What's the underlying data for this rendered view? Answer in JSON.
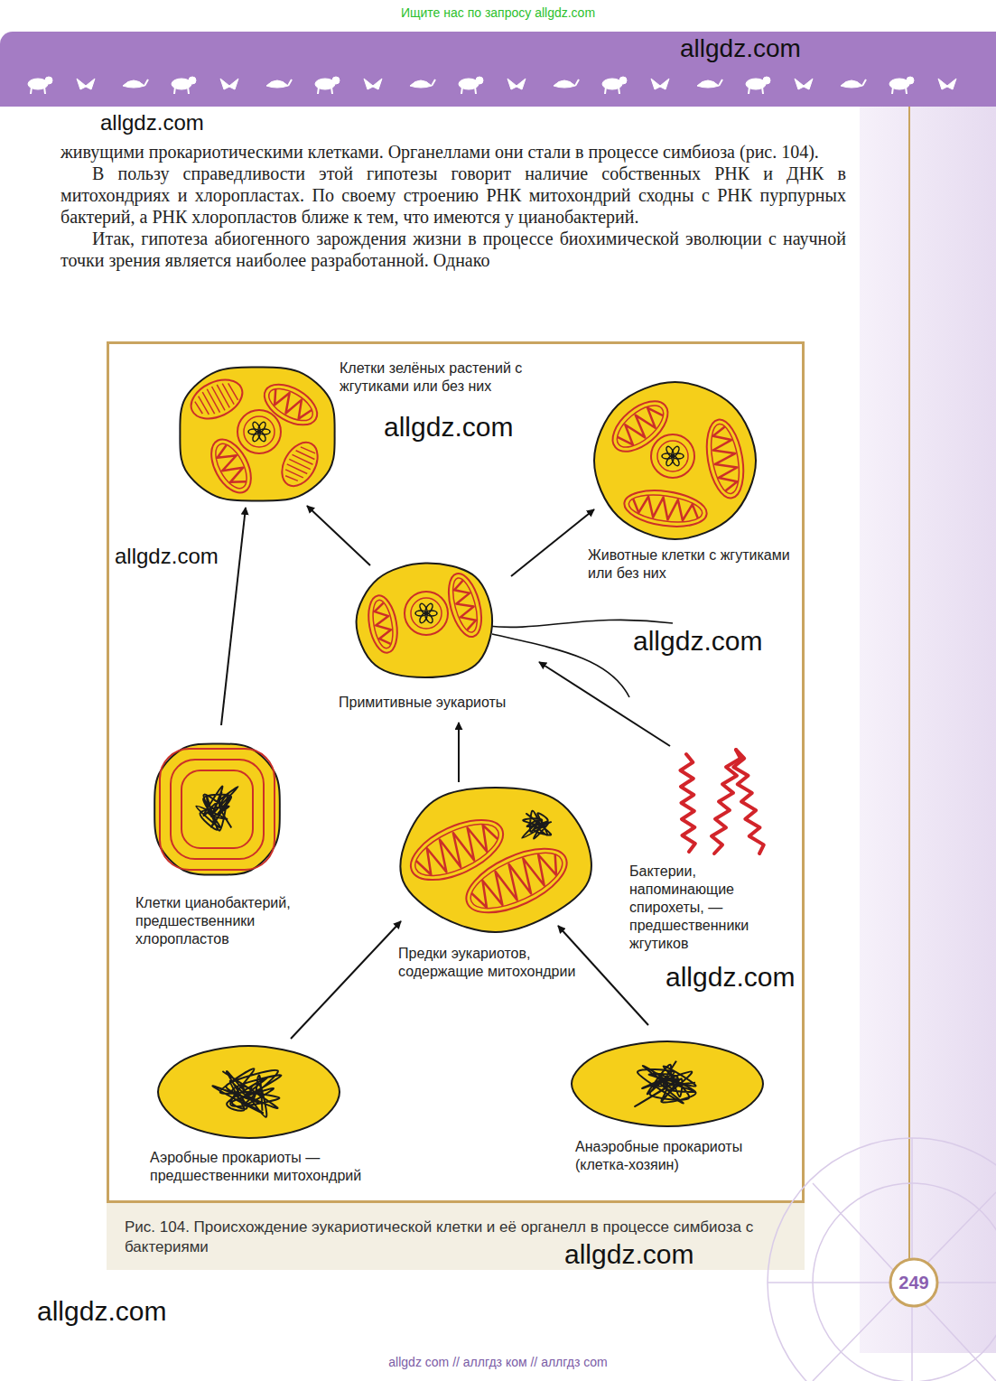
{
  "diagram": {
    "caption": "Рис. 104. Происхождение эукариотической клетки и её органелл в процессе симбиоза с бактериями",
    "nodes": [
      {
        "text": [
          "Клетки зелёных растений с жгутиками или без них"
        ]
      },
      {
        "text": [
          "Животные клетки с жгутиками или без них"
        ]
      },
      {
        "text": [
          "Примитивные эукариоты"
        ]
      },
      {
        "text": [
          "Клетки цианобактерий, предшественники хлоропластов"
        ]
      },
      {
        "text": [
          "Предки эукариотов, содержащие митохондрии"
        ]
      },
      {
        "text": [
          "Бактерии, напоминающие спирохеты, — предшественники жгутиков"
        ]
      },
      {
        "text": [
          "Аэробные прокариоты — предшественники митохондрий"
        ]
      },
      {
        "text": [
          "Анаэробные прокариоты (клетка-хозяин)"
        ]
      }
    ],
    "edges": [
      {
        "from": 6,
        "to": 4,
        "arrow": "to"
      },
      {
        "from": 7,
        "to": 4,
        "arrow": "to"
      },
      {
        "from": 4,
        "to": 2,
        "arrow": "to"
      },
      {
        "from": 5,
        "to": 2,
        "arrow": "to"
      },
      {
        "from": 3,
        "to": 0,
        "arrow": "to"
      },
      {
        "from": 2,
        "to": 0,
        "arrow": "to"
      },
      {
        "from": 2,
        "to": 1,
        "arrow": "to"
      }
    ],
    "labels": [
      "Ищите нас по запросу allgdz.com",
      "allgdz.com",
      "allgdz.com",
      "живущими прокариотическими клетками. Органеллами они стали в процессе симбиоза (рис. 104).",
      "В пользу справедливости этой гипотезы говорит наличие собственных РНК и ДНК в митохондриях и хлоропластах. По своему строению РНК митохондрий сходны с РНК пурпурных бактерий, а РНК хлоропластов ближе к тем, что имеются у цианобактерий.",
      "Итак, гипотеза абиогенного зарождения жизни в процессе биохимической эволюции с научной точки зрения является наиболее разработанной. Однако",
      "allgdz.com",
      "allgdz.com",
      "allgdz.com",
      "allgdz.com",
      "allgdz.com",
      "249",
      "allgdz.com",
      "allgdz com  //  аллгдз ком  //  аллгдз com"
    ]
  }
}
